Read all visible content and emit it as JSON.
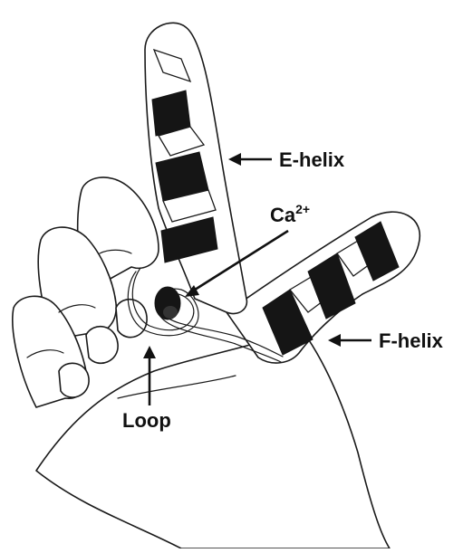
{
  "labels": {
    "e_helix": "E-helix",
    "calcium_base": "Ca",
    "calcium_charge": "2+",
    "f_helix": "F-helix",
    "loop": "Loop"
  },
  "colors": {
    "ink": "#111111",
    "helix_band": "#151515",
    "background": "#ffffff"
  }
}
